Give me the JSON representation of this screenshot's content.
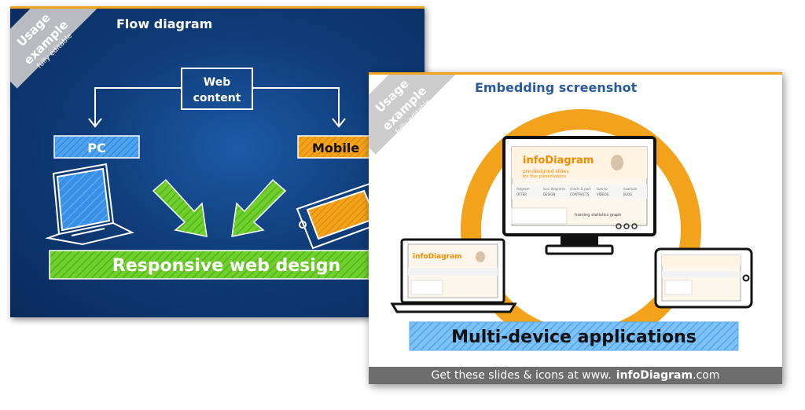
{
  "flow_slide": {
    "title": "Flow diagram",
    "ribbon": {
      "line1": "Usage",
      "line2": "example",
      "line3": "fully editable"
    },
    "web_content_line1": "Web",
    "web_content_line2": "content",
    "pc_label": "PC",
    "mobile_label": "Mobile",
    "banner_text": "Responsive web design"
  },
  "embed_slide": {
    "title": "Embedding screenshot",
    "ribbon": {
      "line1": "Usage",
      "line2": "example",
      "line3": "fully editable"
    },
    "banner_text": "Multi-device applications",
    "screenshot": {
      "brand": "infoDiagram",
      "tagline_line1": "pre-designed slides",
      "tagline_line2": "for Your presentations",
      "nav": [
        "diagram",
        "icon diagrams",
        "charts & part",
        "how to",
        "example"
      ],
      "nav_sub": [
        "OFFER",
        "DESIGN",
        "CONTRACTS",
        "VIDEOS",
        "BLOG"
      ],
      "snippet": "training statistics graph"
    },
    "footer": {
      "lead": "Get these slides & icons at www.",
      "brand": "infoDiagram",
      "tld": ".com"
    }
  },
  "colors": {
    "accent_orange": "#f0a31b",
    "pc_blue": "#4ea3ef",
    "banner_green": "#6fcf2c",
    "banner_blue": "#5aaaee",
    "arrow_green": "#8dcf2e"
  }
}
